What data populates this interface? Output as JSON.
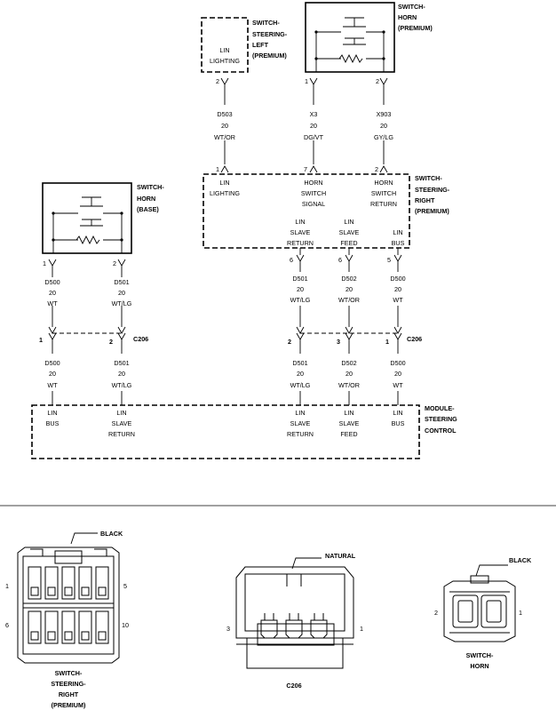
{
  "components": {
    "switch_steering_left": {
      "name": [
        "SWITCH-",
        "STEERING-",
        "LEFT",
        "(PREMIUM)"
      ],
      "lin": [
        "LIN",
        "LIGHTING"
      ],
      "pin": "2"
    },
    "switch_horn_premium": {
      "name": [
        "SWITCH-",
        "HORN",
        "(PREMIUM)"
      ],
      "pins": [
        "1",
        "2"
      ]
    },
    "switch_horn_base": {
      "name": [
        "SWITCH-",
        "HORN",
        "(BASE)"
      ],
      "pins": [
        "1",
        "2"
      ]
    },
    "switch_steering_right": {
      "name": [
        "SWITCH-",
        "STEERING-",
        "RIGHT",
        "(PREMIUM)"
      ],
      "lin_lighting": [
        "LIN",
        "LIGHTING"
      ],
      "horn_signal": [
        "HORN",
        "SWITCH",
        "SIGNAL"
      ],
      "horn_return": [
        "HORN",
        "SWITCH",
        "RETURN"
      ],
      "lin_slave_return": [
        "LIN",
        "SLAVE",
        "RETURN"
      ],
      "lin_slave_feed": [
        "LIN",
        "SLAVE",
        "FEED"
      ],
      "lin_bus": [
        "LIN",
        "BUS"
      ],
      "top_pins": [
        "1",
        "7",
        "2"
      ],
      "bottom_pins": [
        "6",
        "6",
        "5"
      ]
    },
    "module_steering_control": {
      "name": [
        "MODULE-",
        "STEERING",
        "CONTROL"
      ],
      "c1": [
        "LIN",
        "BUS"
      ],
      "c2": [
        "LIN",
        "SLAVE",
        "RETURN"
      ],
      "c3": [
        "LIN",
        "SLAVE",
        "RETURN"
      ],
      "c4": [
        "LIN",
        "SLAVE",
        "FEED"
      ],
      "c5": [
        "LIN",
        "BUS"
      ]
    }
  },
  "wires": {
    "d503": [
      "D503",
      "20",
      "WT/OR"
    ],
    "x3": [
      "X3",
      "20",
      "DG/VT"
    ],
    "x903": [
      "X903",
      "20",
      "GY/LG"
    ],
    "d500": [
      "D500",
      "20",
      "WT"
    ],
    "d501": [
      "D501",
      "20",
      "WT/LG"
    ],
    "d502": [
      "D502",
      "20",
      "WT/OR"
    ]
  },
  "c206": {
    "label": "C206",
    "left_pins": [
      "1",
      "2"
    ],
    "right_pins": [
      "2",
      "3",
      "1"
    ]
  },
  "connector_views": {
    "steering_right": {
      "color": "BLACK",
      "pins": [
        "1",
        "5",
        "6",
        "10"
      ],
      "name": [
        "SWITCH-",
        "STEERING-",
        "RIGHT",
        "(PREMIUM)"
      ]
    },
    "c206": {
      "color": "NATURAL",
      "pins": [
        "3",
        "1"
      ],
      "name": "C206"
    },
    "horn": {
      "color": "BLACK",
      "pins": [
        "2",
        "1"
      ],
      "name": [
        "SWITCH-",
        "HORN"
      ]
    }
  }
}
